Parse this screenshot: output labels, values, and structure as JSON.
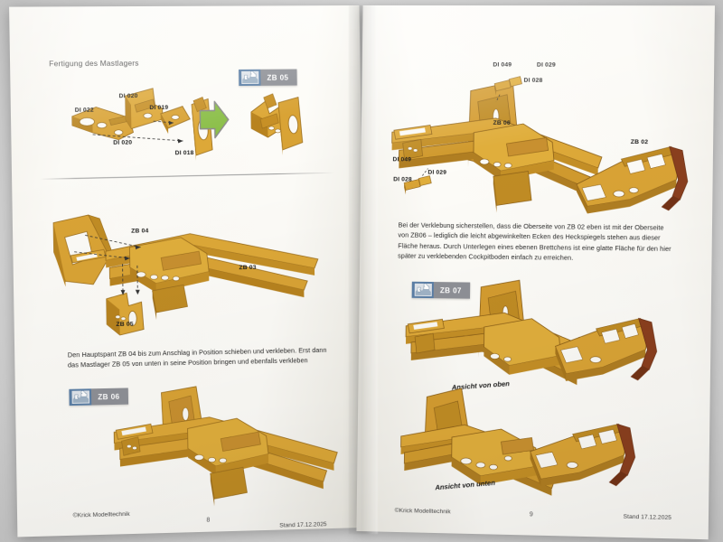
{
  "document": {
    "publisher": "©Krick Modelltechnik",
    "revision": "Stand 17.12.2025"
  },
  "left_page": {
    "page_number": "8",
    "section_title": "Fertigung des Mastlagers",
    "badges": [
      {
        "id": "zb05-top",
        "label": "ZB 05",
        "icon": "puzzle-icon"
      },
      {
        "id": "zb06",
        "label": "ZB 06",
        "icon": "puzzle-icon"
      }
    ],
    "exploded_labels": [
      {
        "text": "DI 022"
      },
      {
        "text": "DI 020"
      },
      {
        "text": "DI 019"
      },
      {
        "text": "DI 020"
      },
      {
        "text": "DI 018"
      }
    ],
    "assembly_labels": [
      {
        "text": "ZB 04"
      },
      {
        "text": "ZB 03"
      },
      {
        "text": "ZB 05"
      }
    ],
    "instruction": "Den Hauptspant ZB 04 bis zum Anschlag in Position schieben und verkleben. Erst dann das Mastlager ZB 05 von unten in seine Position bringen und ebenfalls verkleben",
    "arrow": {
      "name": "process-arrow",
      "color": "#8cbf4a",
      "direction": "right"
    }
  },
  "right_page": {
    "page_number": "9",
    "badges": [
      {
        "id": "zb07",
        "label": "ZB 07",
        "icon": "puzzle-icon"
      }
    ],
    "exploded_labels_top": [
      {
        "text": "DI 049"
      },
      {
        "text": "DI 029"
      },
      {
        "text": "DI 028"
      },
      {
        "text": "DI 049"
      },
      {
        "text": "DI 029"
      },
      {
        "text": "DI 028"
      },
      {
        "text": "ZB 06"
      },
      {
        "text": "ZB 02"
      }
    ],
    "instruction": "Bei der Verklebung sicherstellen, dass die Oberseite von ZB 02 eben ist mit der Oberseite von ZB06 – lediglich die leicht abgewinkelten Ecken des Heckspiegels stehen aus dieser Fläche heraus. Durch Unterlegen eines ebenen Brettchens ist eine glatte Fläche für den hier später zu verklebenden Cockpitboden einfach zu erreichen.",
    "view_captions": [
      {
        "text": "Ansicht von oben"
      },
      {
        "text": "Ansicht von unten"
      }
    ]
  },
  "palette": {
    "wood_light": "#e0ae3c",
    "wood_mid": "#d09a2e",
    "wood_dark": "#b07e22",
    "wood_edge": "#8a5f18",
    "accent_brown": "#8a3f1e",
    "badge_bar": "#8e9096",
    "badge_icon": "#5b7fa6",
    "arrow_green": "#8cbf4a",
    "paper": "#fbfaf6"
  }
}
